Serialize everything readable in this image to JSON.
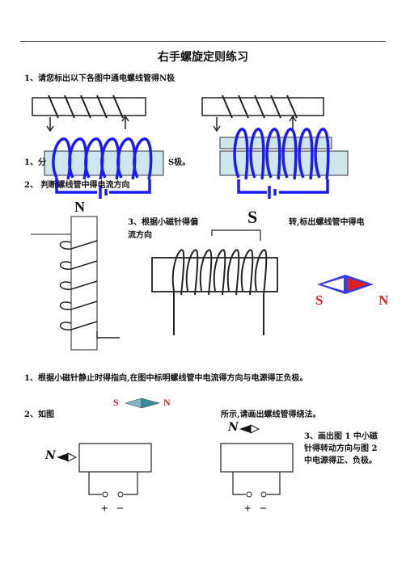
{
  "title": "右手螺旋定则练习",
  "part1": {
    "q1": "1、请您标出以下各图中通电螺线管得N极",
    "row_left": "1、分",
    "row_right": "S极。",
    "q2": "2、 判断螺线管中得电流方向"
  },
  "part2": {
    "letter_n": "N",
    "letter_s": "S",
    "q3_line1": "3、根据小磁针得偏",
    "q3_line2": "流方向",
    "q3_right": "转,标出螺线管中得电",
    "compass_s": "S",
    "compass_n": "N"
  },
  "part3": {
    "q1": "1、根据小磁针静止时得指向,在图中标明螺线管中电流得方向与电源得正负极。",
    "q2_left": "2、如图",
    "q2_s": "S",
    "q2_n": "N",
    "q2_right": "所示,请画出螺线管得绕法。",
    "q3": "3、画出图 1 中小磁针得转动方向与图 2 中电源得正、负极。",
    "n_left": "N",
    "n_right": "N",
    "plus": "+",
    "minus": "−"
  },
  "colors": {
    "coil": "#1a1aff",
    "core": "#cfe7ec",
    "red": "#e02020",
    "compass_blue": "#3a3aee"
  }
}
